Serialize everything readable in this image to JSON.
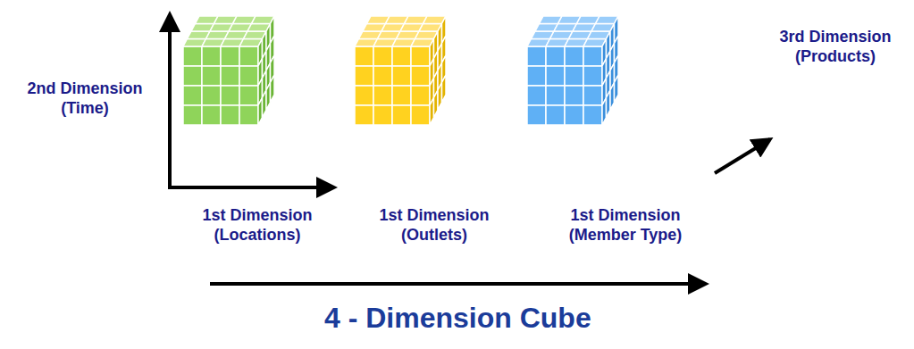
{
  "diagram": {
    "title": "4 - Dimension Cube",
    "labels": [
      "2nd Dimension (Time)",
      "1st Dimension (Locations)",
      "1st Dimension (Outlets)",
      "1st Dimension (Member Type)",
      "3rd Dimension (Products)"
    ]
  }
}
